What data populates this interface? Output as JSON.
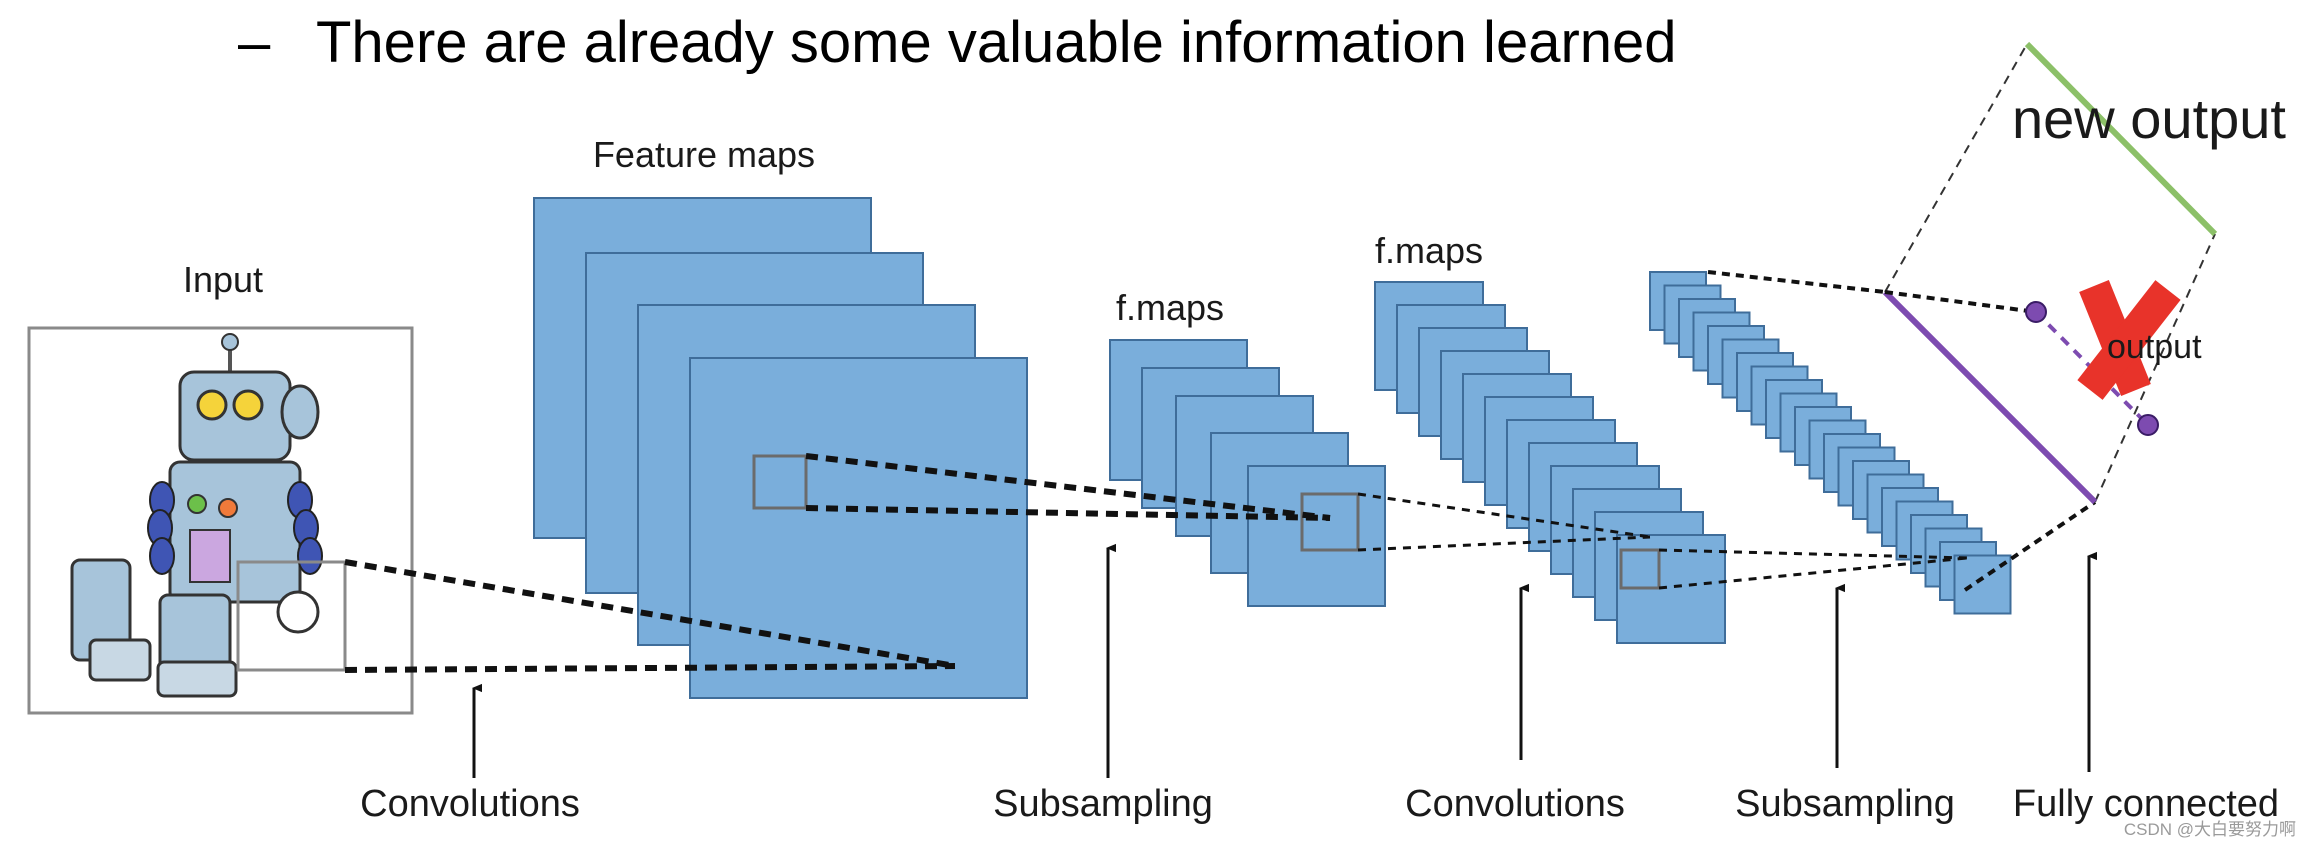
{
  "bullet": {
    "dash": "–",
    "text": "There are already some valuable information learned"
  },
  "labels": {
    "input": "Input",
    "feature_maps": "Feature maps",
    "fmaps_1": "f.maps",
    "fmaps_2": "f.maps",
    "new_output": "new output",
    "output": "output",
    "convolutions_1": "Convolutions",
    "subsampling_1": "Subsampling",
    "convolutions_2": "Convolutions",
    "subsampling_2": "Subsampling",
    "fully_connected": "Fully connected"
  },
  "colors": {
    "feature_map_fill": "#7aaedb",
    "feature_map_stroke": "#3f6d9a",
    "new_output_line": "#8cc068",
    "old_output_line": "#7d4bb0",
    "cross_mark": "#e8332a"
  },
  "watermark": "CSDN @大白要努力啊"
}
